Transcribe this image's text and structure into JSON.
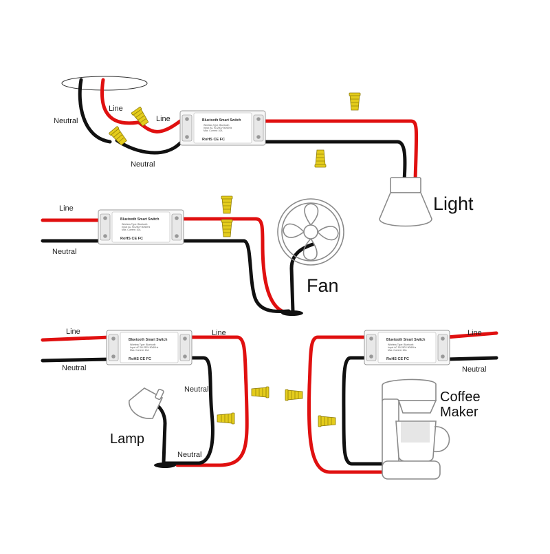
{
  "labels": {
    "line": "Line",
    "neutral": "Neutral",
    "light": "Light",
    "fan": "Fan",
    "lamp": "Lamp",
    "coffee_line1": "Coffee",
    "coffee_line2": "Maker"
  },
  "device": {
    "title": "Bluetooth Smart Switch",
    "spec1": "Wireless Type: Bluetooth",
    "spec2": "Input: AC 90-250V 50/60Hz",
    "spec3": "Max. Current: 10A",
    "marks": "RoHS CE FC"
  },
  "colors": {
    "line_wire": "#e01010",
    "neutral_wire": "#111111",
    "wire_nut": "#e4cc1c"
  }
}
